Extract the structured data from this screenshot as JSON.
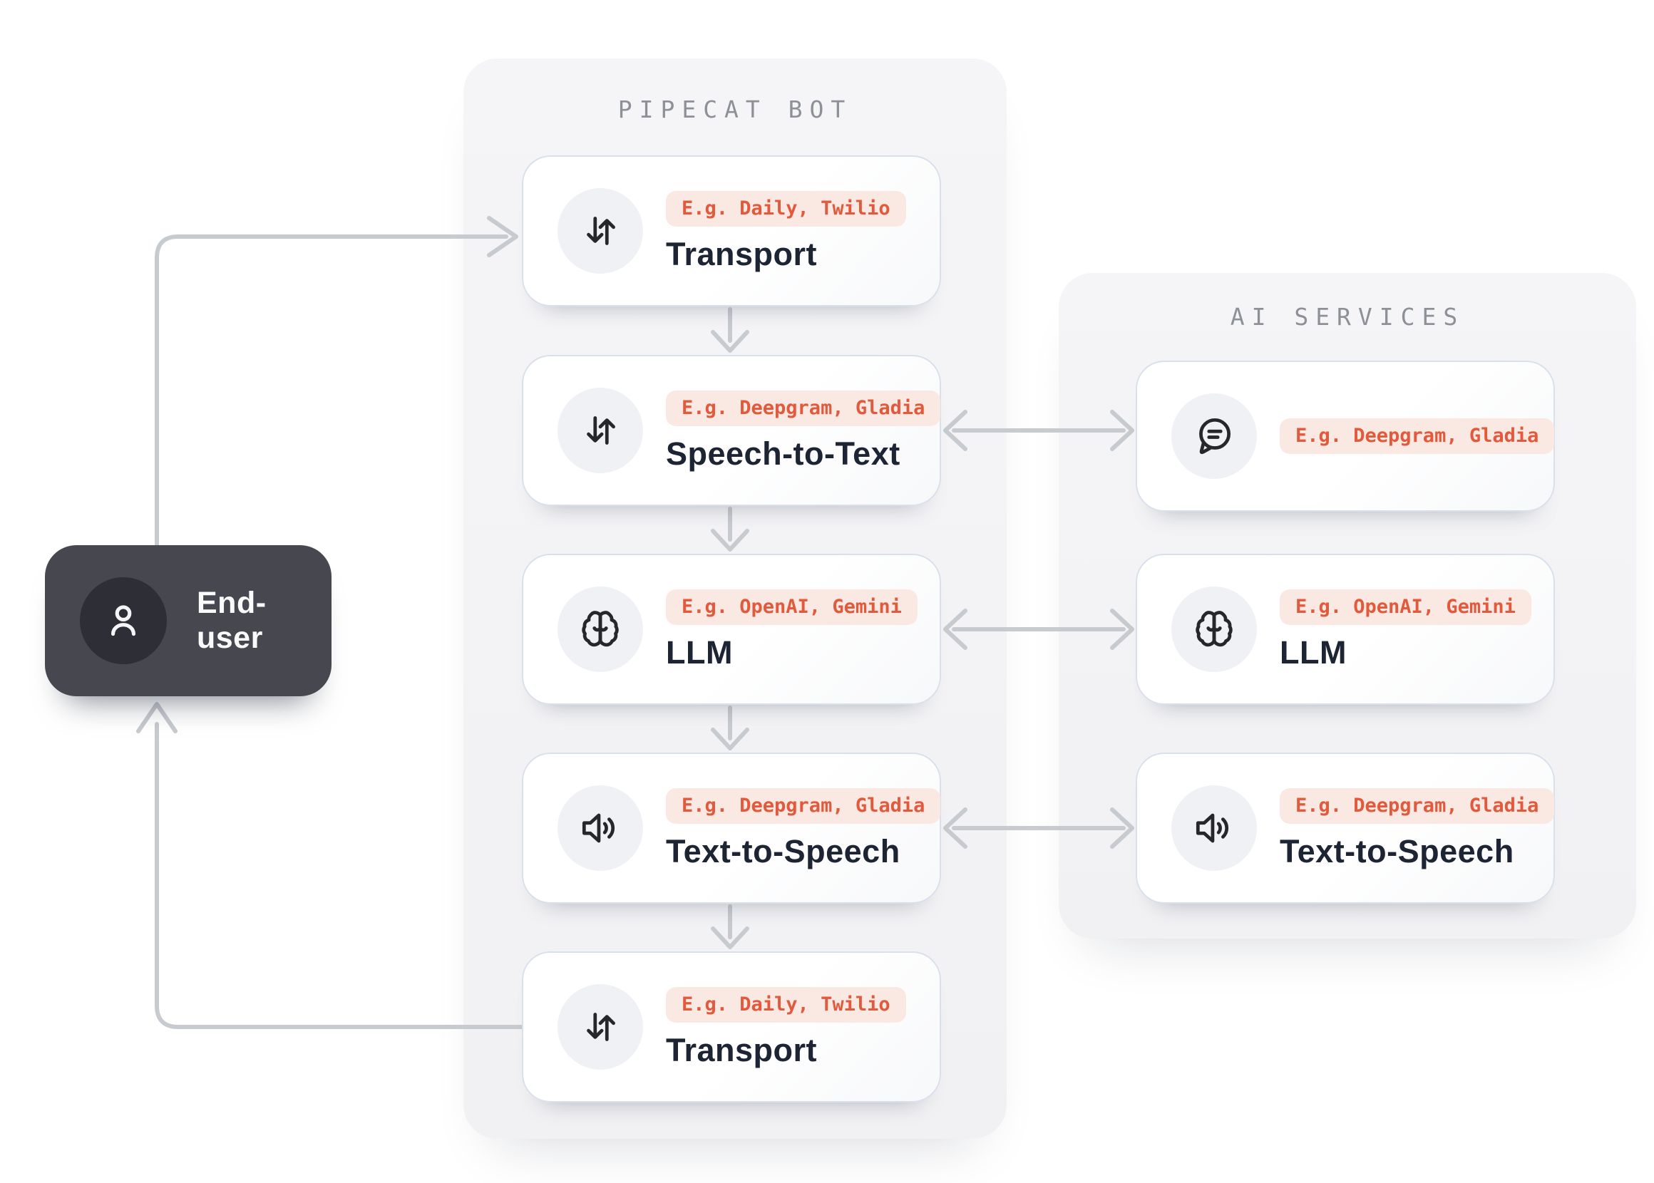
{
  "end_user": {
    "label": "End-user",
    "icon": "user-icon"
  },
  "pipecat_panel": {
    "title": "PIPECAT BOT",
    "cards": [
      {
        "icon": "transport-arrows-icon",
        "badge": "E.g. Daily, Twilio",
        "title": "Transport"
      },
      {
        "icon": "transport-arrows-icon",
        "badge": "E.g. Deepgram, Gladia",
        "title": "Speech-to-Text"
      },
      {
        "icon": "brain-icon",
        "badge": "E.g. OpenAI, Gemini",
        "title": "LLM"
      },
      {
        "icon": "speaker-icon",
        "badge": "E.g. Deepgram, Gladia",
        "title": "Text-to-Speech"
      },
      {
        "icon": "transport-arrows-icon",
        "badge": "E.g. Daily, Twilio",
        "title": "Transport"
      }
    ]
  },
  "ai_panel": {
    "title": "AI SERVICES",
    "cards": [
      {
        "icon": "chat-bubble-icon",
        "badge": "E.g. Deepgram, Gladia",
        "title": ""
      },
      {
        "icon": "brain-icon",
        "badge": "E.g. OpenAI, Gemini",
        "title": "LLM"
      },
      {
        "icon": "speaker-icon",
        "badge": "E.g. Deepgram, Gladia",
        "title": "Text-to-Speech"
      }
    ]
  },
  "connections": {
    "forward_loop": "End-user to Transport",
    "return_loop": "Transport to End-user",
    "pipeline": [
      "Transport",
      "Speech-to-Text",
      "LLM",
      "Text-to-Speech",
      "Transport"
    ],
    "bidirectional": [
      "Speech-to-Text <-> STT service",
      "LLM <-> LLM service",
      "Text-to-Speech <-> TTS service"
    ]
  },
  "colors": {
    "accent_coral": "#E2593C",
    "badge_bg": "#FAE9E2",
    "card_title": "#1D2433",
    "card_border": "#D9E0EB",
    "panel_bg": "#F5F5F7",
    "panel_title": "#8D9096",
    "icon_circle_bg": "#F0F1F4",
    "arrow": "#C7CACF",
    "end_user_bg": "#46474F",
    "end_user_circle": "#2E2F36"
  }
}
